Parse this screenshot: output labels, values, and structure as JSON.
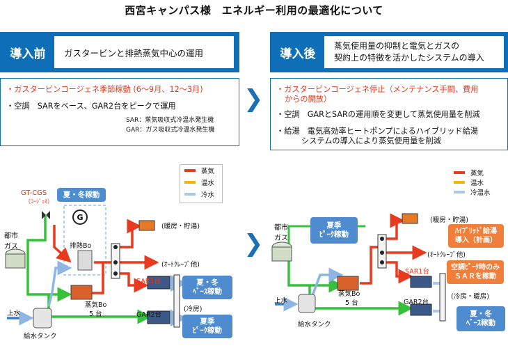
{
  "title": "西宮キャンパス様　エネルギー利用の最適化について",
  "before": {
    "tag": "導入前",
    "header": "ガスタービンと排熱蒸気中心の運用",
    "bullets": [
      "・ガスタービンコージェネ季節稼動 (6～9月、12～3月)",
      "・空調　SARをベース、GAR2台をピークで運用"
    ],
    "notes": [
      "SAR：蒸気吸収式冷温水発生機",
      "GAR：ガス吸収式冷温水発生機"
    ]
  },
  "after": {
    "tag": "導入後",
    "header_line1": "蒸気使用量の抑制と電気とガスの",
    "header_line2": "契約上の特徴を活かしたシステムの導入",
    "bullet1_line1": "・ガスタービンコージェネ停止（メンテナンス手間、費用",
    "bullet1_line2": "からの開放）",
    "bullet2": "・空調　GARとSARの運用順を変更して蒸気使用量を削減",
    "bullet3_line1": "・給湯　電気高効率ヒートポンプによるハイブリッド給湯",
    "bullet3_line2": "システムの導入により蒸気使用量を削減"
  },
  "legend": {
    "steam": "蒸気",
    "hot": "温水",
    "cold": "冷水",
    "coldhot": "冷温水"
  },
  "left_diagram": {
    "gtcgs": "GT-CGS",
    "cogen": "（ｺｰｼﾞｪﾈ）",
    "summer_winter": "夏・冬稼動",
    "g": "G",
    "city_gas": "都市\nガス",
    "exhaust_bo": "排熱Bo",
    "steam_bo": "蒸気Bo",
    "steam_bo_count": "5 台",
    "water_in": "上水",
    "feed_tank": "給水タンク",
    "heating": "(暖房・貯湯)",
    "autoclave": "(ｵｰﾄｸﾚｰﾌﾞ他)",
    "sar": "SAR1台",
    "gar": "GAR2台",
    "cooling": "(冷房)",
    "base_tag_1": "夏・冬",
    "base_tag_2": "ﾍﾞｰｽ稼動",
    "peak_tag_1": "夏季",
    "peak_tag_2": "ﾋﾟｰｸ稼動"
  },
  "right_diagram": {
    "city_gas": "都市\nガス",
    "peak_tag_1": "夏季",
    "peak_tag_2": "ﾋﾟｰｸ稼動",
    "heating": "(暖房・貯湯)",
    "hybrid_1": "ﾊｲﾌﾞﾘｯﾄﾞ給湯",
    "hybrid_2": "導入（計画）",
    "autoclave": "(ｵｰﾄｸﾚｰﾌﾞ他)",
    "sar": "SAR1台",
    "sar_tag_1": "空調ﾋﾟｰｸ時のみ",
    "sar_tag_2": "ＳＡＲを稼動",
    "steam_bo": "蒸気Bo",
    "steam_bo_count": "5 台",
    "water_in": "上水",
    "feed_tank": "給水タンク",
    "gar": "GAR2台",
    "cool_heat": "(冷房・暖房)",
    "base_tag_1": "夏・冬",
    "base_tag_2": "ﾍﾞｰｽ稼動"
  },
  "colors": {
    "blue": "#0e6fb8",
    "red": "#e83a1e",
    "green": "#35c23a",
    "cold": "#a9c8ea",
    "orange": "#ef7f3a",
    "yellow": "#f5b400"
  }
}
